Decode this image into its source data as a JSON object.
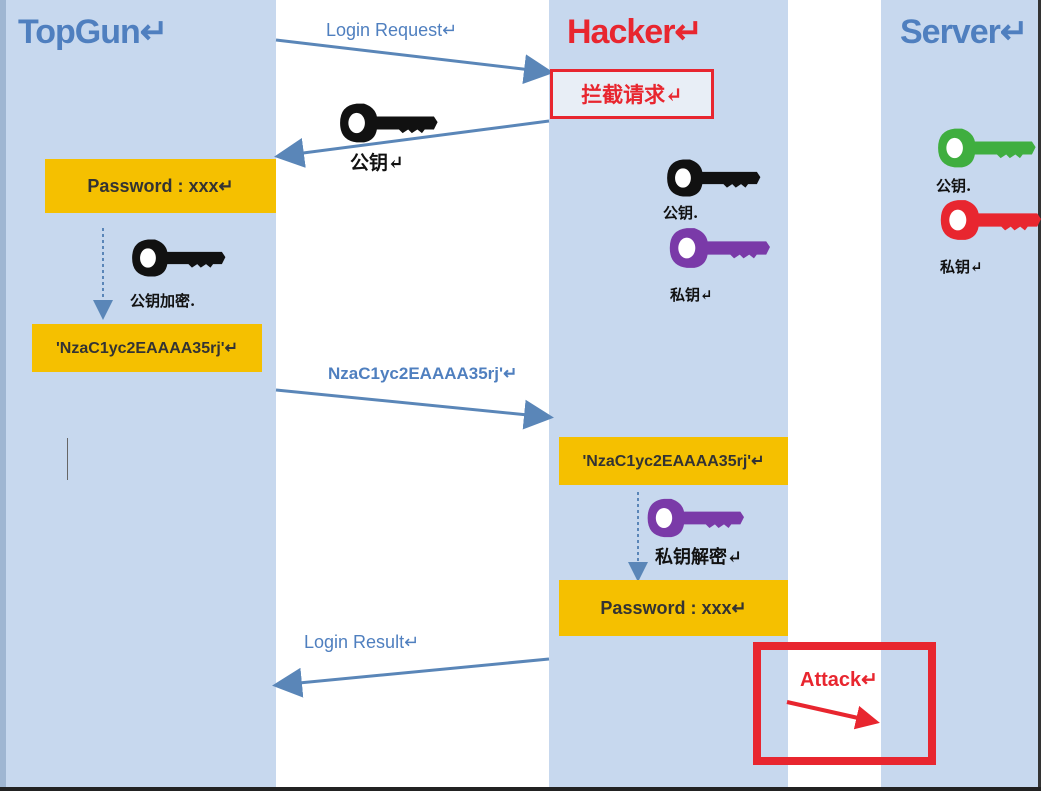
{
  "actors": {
    "client": "TopGun↵",
    "hacker": "Hacker↵",
    "server": "Server↵"
  },
  "messages": {
    "login_request": "Login Request↵",
    "ciphertext": "NzaC1yc2EAAAA35rj'↵",
    "login_result": "Login Result↵"
  },
  "hacker": {
    "intercept": "拦截请求↵",
    "public_key_label": "公钥.",
    "private_key_label": "私钥↵",
    "ciphertext_box": "'NzaC1yc2EAAAA35rj'↵",
    "decrypt_label": "私钥解密↵",
    "password_box": "Password : xxx↵",
    "attack": "Attack↵"
  },
  "client": {
    "sent_key_label": "公钥↵",
    "password_box": "Password : xxx↵",
    "encrypt_label": "公钥加密.",
    "ciphertext_box": "'NzaC1yc2EAAAA35rj'↵"
  },
  "server": {
    "public_key_label": "公钥.",
    "private_key_label": "私钥↵"
  },
  "colors": {
    "lane": "#c7d8ee",
    "box": "#f5c000",
    "hacker": "#e8262f",
    "arrow": "#5a86b8",
    "public_key_server": "#3fae3f",
    "private_key_server": "#e8262f",
    "private_key_hacker": "#7a3aa8",
    "public_key": "#111111"
  }
}
